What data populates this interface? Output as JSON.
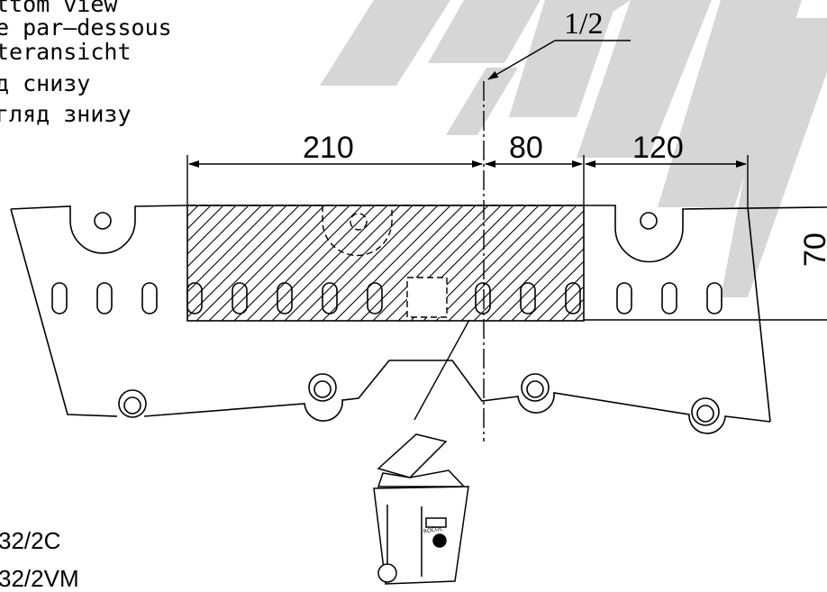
{
  "view_labels": [
    "ttom view",
    "e par—dessous",
    "teransicht",
    "д снизу",
    "гляд знизу"
  ],
  "dimensions": {
    "d1": "210",
    "d2": "80",
    "d3": "120",
    "height": "70"
  },
  "scale_note": "1/2",
  "model_codes": [
    "32/2C",
    "32/2VM"
  ],
  "bin_label": "ROCOL",
  "colors": {
    "line": "#000000",
    "watermark": "#d6d6d6",
    "background": "#ffffff"
  }
}
